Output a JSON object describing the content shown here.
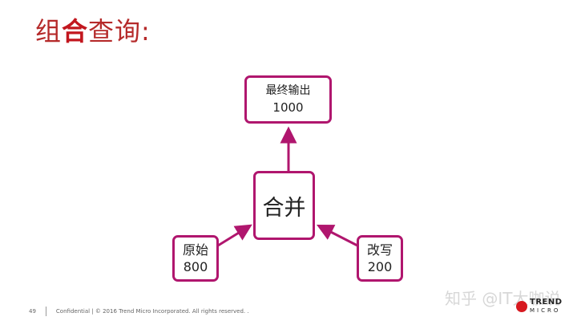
{
  "slide": {
    "title_prefix": "组",
    "title_accent": "合",
    "title_suffix": "查询:"
  },
  "diagram": {
    "top": {
      "label": "最终输出",
      "value": "1000"
    },
    "center": {
      "label": "合并"
    },
    "left": {
      "label": "原始",
      "value": "800"
    },
    "right": {
      "label": "改写",
      "value": "200"
    }
  },
  "colors": {
    "edge": "#b0166e",
    "title": "#b52a2a"
  },
  "footer": {
    "page_number": "49",
    "text": "Confidential | © 2016 Trend Micro Incorporated. All rights reserved. ."
  },
  "watermark": "知乎 @IT大咖说",
  "brand": {
    "line1": "TREND",
    "line2": "MICRO"
  }
}
